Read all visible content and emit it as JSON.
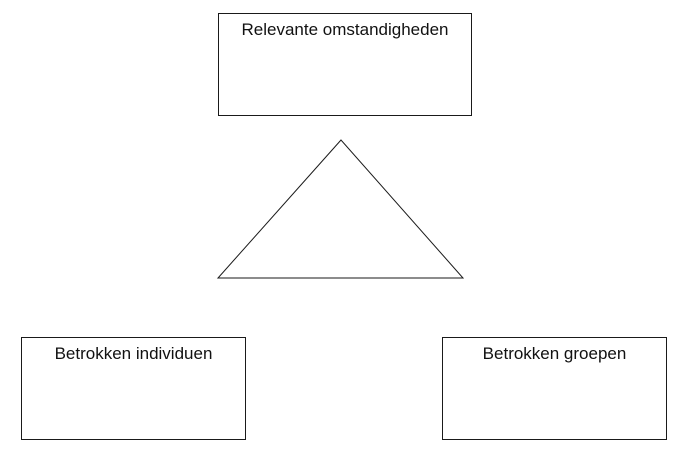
{
  "diagram": {
    "top_box_label": "Relevante omstandigheden",
    "left_box_label": "Betrokken individuen",
    "right_box_label": "Betrokken groepen",
    "stroke_color": "#1a1a1a",
    "background_color": "#ffffff"
  }
}
